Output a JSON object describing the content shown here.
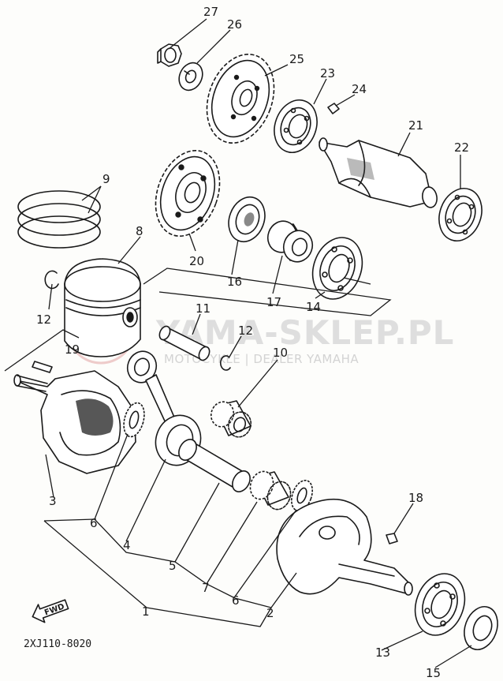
{
  "diagram_code": "2XJ110-8020",
  "fwd_label": "FWD",
  "watermark": {
    "title": "YAMA-SKLEP.PL",
    "subtitle": "MOTOCYKLE | DEALER YAMAHA",
    "logo_text": "Y"
  },
  "parts": [
    {
      "id": "p1",
      "label": "1",
      "name": "crankshaft-assembly"
    },
    {
      "id": "p2",
      "label": "2",
      "name": "crank-right"
    },
    {
      "id": "p3",
      "label": "3",
      "name": "crank-left"
    },
    {
      "id": "p4",
      "label": "4",
      "name": "connecting-rod"
    },
    {
      "id": "p5",
      "label": "5",
      "name": "crank-pin"
    },
    {
      "id": "p6a",
      "label": "6",
      "name": "washer-left"
    },
    {
      "id": "p6b",
      "label": "6",
      "name": "washer-right"
    },
    {
      "id": "p7",
      "label": "7",
      "name": "big-end-bearing"
    },
    {
      "id": "p8",
      "label": "8",
      "name": "piston"
    },
    {
      "id": "p9",
      "label": "9",
      "name": "piston-ring-set"
    },
    {
      "id": "p10",
      "label": "10",
      "name": "small-end-bearing"
    },
    {
      "id": "p11",
      "label": "11",
      "name": "piston-pin"
    },
    {
      "id": "p12a",
      "label": "12",
      "name": "piston-pin-clip-left"
    },
    {
      "id": "p12b",
      "label": "12",
      "name": "piston-pin-clip-right"
    },
    {
      "id": "p13",
      "label": "13",
      "name": "bearing-right"
    },
    {
      "id": "p14",
      "label": "14",
      "name": "bearing-balancer"
    },
    {
      "id": "p15",
      "label": "15",
      "name": "oil-seal"
    },
    {
      "id": "p16",
      "label": "16",
      "name": "bearing-gear"
    },
    {
      "id": "p17",
      "label": "17",
      "name": "spacer"
    },
    {
      "id": "p18",
      "label": "18",
      "name": "crank-key"
    },
    {
      "id": "p19",
      "label": "19",
      "name": "woodruff-key"
    },
    {
      "id": "p20",
      "label": "20",
      "name": "balancer-drive-gear"
    },
    {
      "id": "p21",
      "label": "21",
      "name": "balancer-weight"
    },
    {
      "id": "p22",
      "label": "22",
      "name": "bearing-balancer-end"
    },
    {
      "id": "p23",
      "label": "23",
      "name": "bearing-balancer-gear"
    },
    {
      "id": "p24",
      "label": "24",
      "name": "balancer-key"
    },
    {
      "id": "p25",
      "label": "25",
      "name": "balancer-driven-gear"
    },
    {
      "id": "p26",
      "label": "26",
      "name": "lock-washer"
    },
    {
      "id": "p27",
      "label": "27",
      "name": "nut"
    }
  ]
}
